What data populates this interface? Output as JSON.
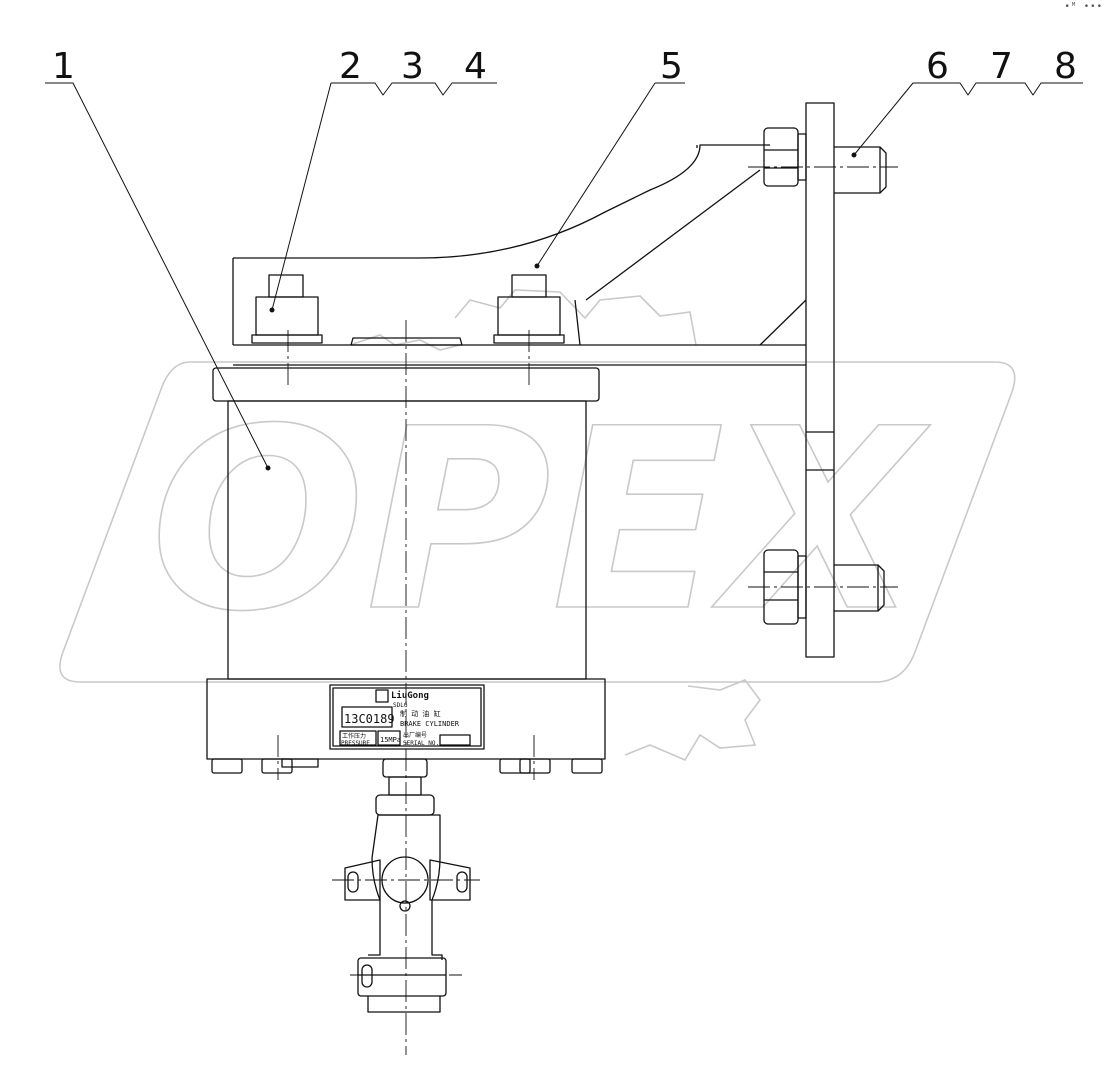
{
  "corner_mark": "•ᴹ ••• ",
  "callouts": [
    {
      "id": "1",
      "label": "1"
    },
    {
      "id": "2",
      "label": "2"
    },
    {
      "id": "3",
      "label": "3"
    },
    {
      "id": "4",
      "label": "4"
    },
    {
      "id": "5",
      "label": "5"
    },
    {
      "id": "6",
      "label": "6"
    },
    {
      "id": "7",
      "label": "7"
    },
    {
      "id": "8",
      "label": "8"
    }
  ],
  "nameplate": {
    "brand": "LiuGong",
    "brand_sub": "SDLG",
    "part_no": "13C0189",
    "title_cn": "制 动 油 缸",
    "title_en": "BRAKE CYLINDER",
    "pressure_cn": "工作压力",
    "pressure_en": "PRESSURE",
    "pressure_value": "15MPa",
    "serial_cn": "出厂编号",
    "serial_en": "SERIAL NO."
  },
  "watermark": {
    "text": "OPEX"
  },
  "colors": {
    "line": "#111111",
    "watermark": "#c9c9c9"
  }
}
